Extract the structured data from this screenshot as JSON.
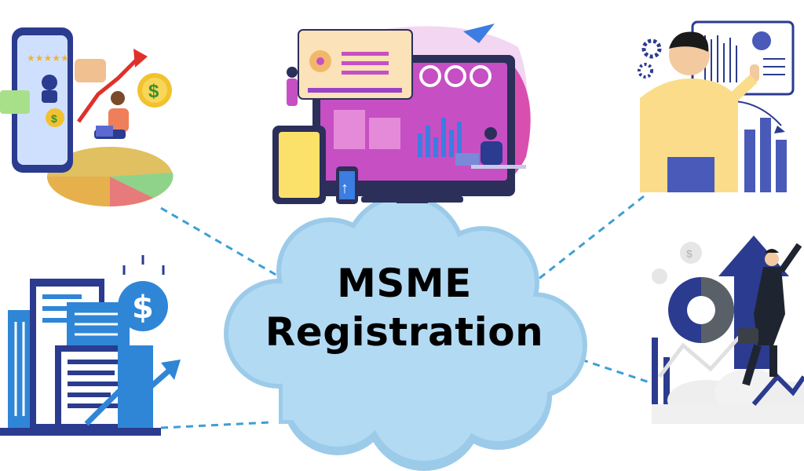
{
  "center": {
    "line1": "MSME",
    "line2": "Registration"
  },
  "colors": {
    "cloud": "#a9d3f0",
    "cloud_edge": "#9ccbea",
    "connector": "#3b9fd6",
    "navy": "#2b3b8f",
    "blue": "#2f7fd0"
  },
  "illustrations": [
    {
      "name": "phone-finance-illustration"
    },
    {
      "name": "computer-dashboard-illustration"
    },
    {
      "name": "presenter-chart-illustration"
    },
    {
      "name": "buildings-growth-illustration"
    },
    {
      "name": "businessman-rocket-illustration"
    }
  ]
}
